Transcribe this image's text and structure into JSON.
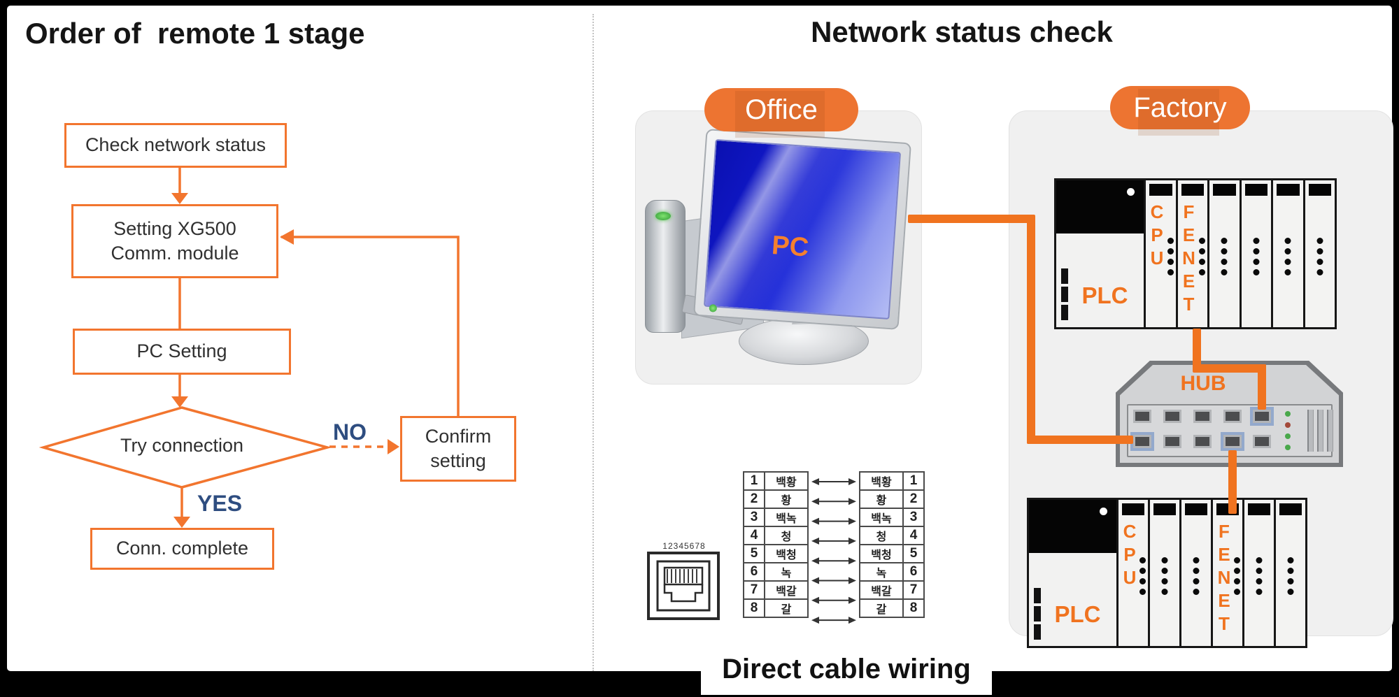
{
  "left_panel": {
    "title": "Order of  remote 1 stage",
    "nodes": {
      "check": "Check network status",
      "setting_line1": "Setting XG500",
      "setting_line2": "Comm. module",
      "pc": "PC Setting",
      "try": "Try connection",
      "confirm_line1": "Confirm",
      "confirm_line2": "setting",
      "complete": "Conn. complete"
    },
    "branch_labels": {
      "no": "NO",
      "yes": "YES"
    }
  },
  "right_panel": {
    "title": "Network status check",
    "office": {
      "badge": "Office",
      "pc_screen_label": "PC"
    },
    "factory": {
      "badge": "Factory",
      "hub": {
        "label": "HUB",
        "port_rows": 2,
        "port_cols": 5,
        "highlighted_ports": [
          [
            0,
            4
          ],
          [
            1,
            0
          ],
          [
            1,
            3
          ]
        ],
        "led_colors": [
          "#49a84b",
          "#a3493a",
          "#49a84b",
          "#49a84b"
        ]
      },
      "racks": [
        {
          "name": "PLC",
          "slots": [
            "CPU",
            "FENET",
            "",
            "",
            "",
            ""
          ]
        },
        {
          "name": "PLC",
          "slots": [
            "CPU",
            "",
            "",
            "FENET",
            "",
            ""
          ]
        }
      ]
    },
    "wiring": {
      "connector_pins_label": "12345678",
      "rows": [
        {
          "pin": "1",
          "color": "백황"
        },
        {
          "pin": "2",
          "color": "황"
        },
        {
          "pin": "3",
          "color": "백녹"
        },
        {
          "pin": "4",
          "color": "청"
        },
        {
          "pin": "5",
          "color": "백청"
        },
        {
          "pin": "6",
          "color": "녹"
        },
        {
          "pin": "7",
          "color": "백갈"
        },
        {
          "pin": "8",
          "color": "갈"
        }
      ],
      "caption": "Direct cable wiring"
    }
  },
  "colors": {
    "accent_orange": "#ED7431",
    "line_orange": "#F0731F",
    "flow_stroke_orange": "#F2752E",
    "branch_navy": "#2E4D80",
    "panel_gray": "#F0F0F0",
    "screen_blue": "#131BD0"
  }
}
